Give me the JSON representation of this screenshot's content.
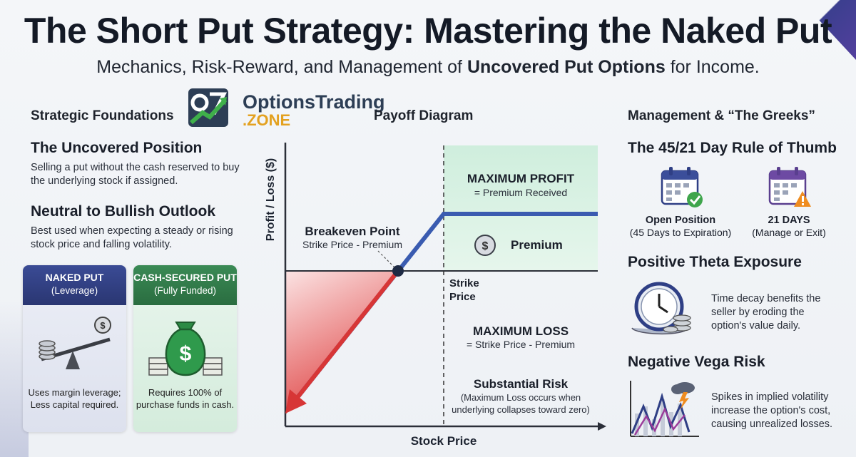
{
  "title": "The Short Put Strategy: Mastering the Naked Put",
  "subtitle_pre": "Mechanics, Risk-Reward, and Management of ",
  "subtitle_bold": "Uncovered Put Options",
  "subtitle_post": " for Income.",
  "logo": {
    "line1": "OptionsTrading",
    "line2": ".ZONE"
  },
  "left": {
    "section": "Strategic Foundations",
    "h1": "The Uncovered Position",
    "p1": "Selling a put without the cash reserved to buy the underlying stock if assigned.",
    "h2": "Neutral to Bullish Outlook",
    "p2": "Best used when expecting a steady or rising stock price and falling volatility.",
    "cards": [
      {
        "title": "NAKED PUT",
        "sub": "(Leverage)",
        "note": "Uses margin leverage; Less capital required.",
        "color": "#2f3f85"
      },
      {
        "title": "CASH-SECURED PUT",
        "sub": "(Fully Funded)",
        "note": "Requires 100% of purchase funds in cash.",
        "color": "#2f7d4a"
      }
    ]
  },
  "center": {
    "section": "Payoff Diagram",
    "ylabel": "Profit / Loss ($)",
    "xlabel": "Stock Price",
    "max_profit": "MAXIMUM PROFIT",
    "max_profit_sub": "= Premium Received",
    "premium": "Premium",
    "breakeven": "Breakeven Point",
    "breakeven_sub": "Strike Price - Premium",
    "strike_1": "Strike",
    "strike_2": "Price",
    "max_loss": "MAXIMUM LOSS",
    "max_loss_sub": "= Strike Price - Premium",
    "risk": "Substantial Risk",
    "risk_sub1": "(Maximum Loss occurs when",
    "risk_sub2": "underlying collapses toward zero)"
  },
  "right": {
    "section": "Management & “The Greeks”",
    "h1": "The 45/21 Day Rule of Thumb",
    "cal1_bold": "Open Position",
    "cal1_sub": "(45 Days to Expiration)",
    "cal2_bold": "21 DAYS",
    "cal2_sub": "(Manage or Exit)",
    "h2": "Positive Theta Exposure",
    "p2": "Time decay benefits the seller by eroding the option's value daily.",
    "h3": "Negative Vega Risk",
    "p3": "Spikes in implied volatility increase the option's cost, causing unrealized losses."
  },
  "colors": {
    "accent_blue": "#3356a8",
    "green": "#2f7d4a",
    "loss_red": "#d93a3a",
    "profit_green": "#cfeedd"
  },
  "chart_data": {
    "type": "line",
    "title": "Payoff Diagram",
    "xlabel": "Stock Price",
    "ylabel": "Profit / Loss ($)",
    "series": [
      {
        "values": []
      }
    ]
  }
}
